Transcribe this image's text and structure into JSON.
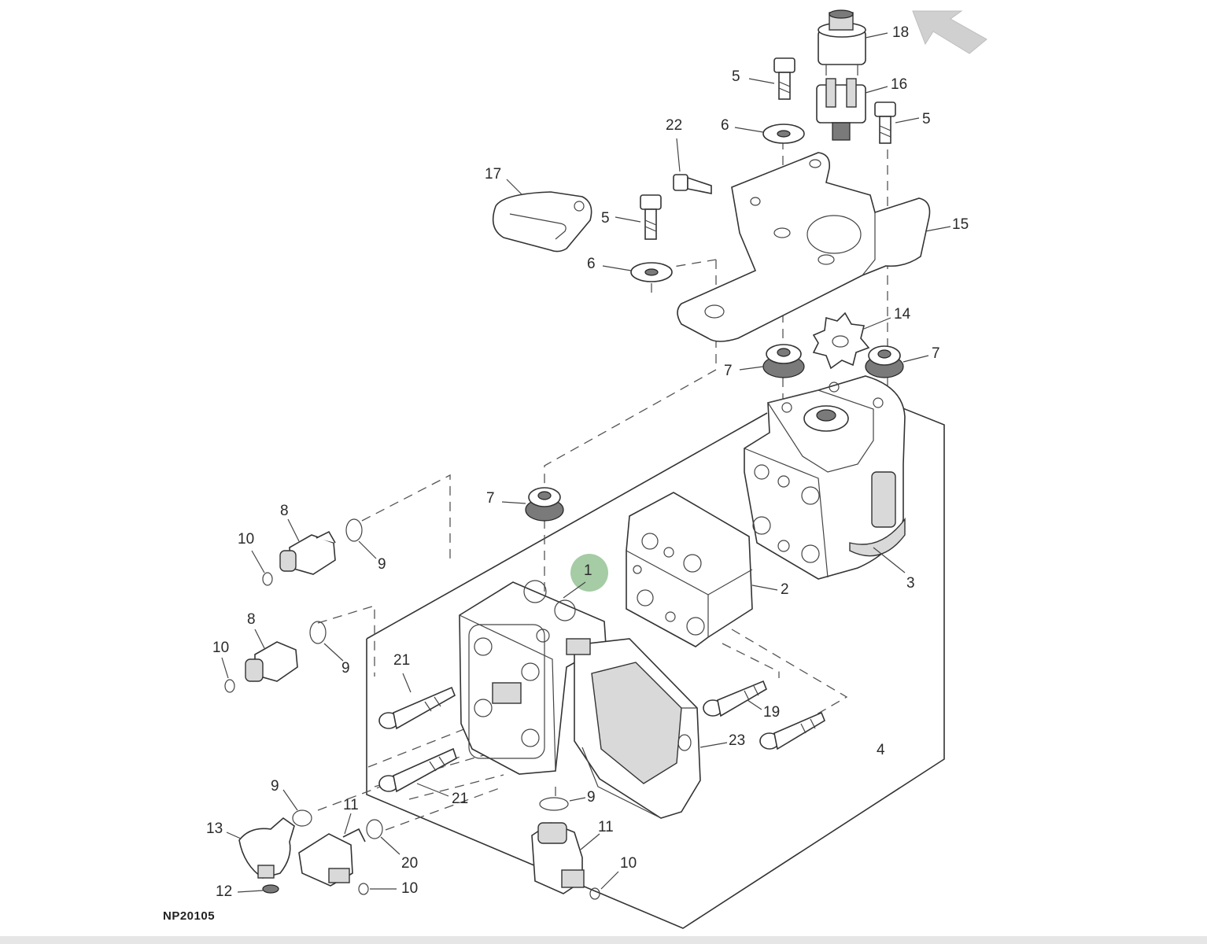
{
  "figure": {
    "id_label": "NP20105",
    "highlight_color": "#8fbf8f",
    "line_color": "#333333",
    "arrow_color": "#d0d0d0"
  },
  "callouts": [
    {
      "key": "c18",
      "text": "18"
    },
    {
      "key": "c16",
      "text": "16"
    },
    {
      "key": "c5a",
      "text": "5"
    },
    {
      "key": "c5b",
      "text": "5"
    },
    {
      "key": "c5c",
      "text": "5"
    },
    {
      "key": "c6a",
      "text": "6"
    },
    {
      "key": "c6b",
      "text": "6"
    },
    {
      "key": "c22",
      "text": "22"
    },
    {
      "key": "c17",
      "text": "17"
    },
    {
      "key": "c15",
      "text": "15"
    },
    {
      "key": "c14",
      "text": "14"
    },
    {
      "key": "c7a",
      "text": "7"
    },
    {
      "key": "c7b",
      "text": "7"
    },
    {
      "key": "c7c",
      "text": "7"
    },
    {
      "key": "c8a",
      "text": "8"
    },
    {
      "key": "c8b",
      "text": "8"
    },
    {
      "key": "c10a",
      "text": "10"
    },
    {
      "key": "c10b",
      "text": "10"
    },
    {
      "key": "c10c",
      "text": "10"
    },
    {
      "key": "c10d",
      "text": "10"
    },
    {
      "key": "c9a",
      "text": "9"
    },
    {
      "key": "c9b",
      "text": "9"
    },
    {
      "key": "c9c",
      "text": "9"
    },
    {
      "key": "c9d",
      "text": "9"
    },
    {
      "key": "c1",
      "text": "1"
    },
    {
      "key": "c2",
      "text": "2"
    },
    {
      "key": "c3",
      "text": "3"
    },
    {
      "key": "c4",
      "text": "4"
    },
    {
      "key": "c21a",
      "text": "21"
    },
    {
      "key": "c21b",
      "text": "21"
    },
    {
      "key": "c19",
      "text": "19"
    },
    {
      "key": "c23",
      "text": "23"
    },
    {
      "key": "c11a",
      "text": "11"
    },
    {
      "key": "c11b",
      "text": "11"
    },
    {
      "key": "c13",
      "text": "13"
    },
    {
      "key": "c12",
      "text": "12"
    },
    {
      "key": "c20",
      "text": "20"
    }
  ]
}
